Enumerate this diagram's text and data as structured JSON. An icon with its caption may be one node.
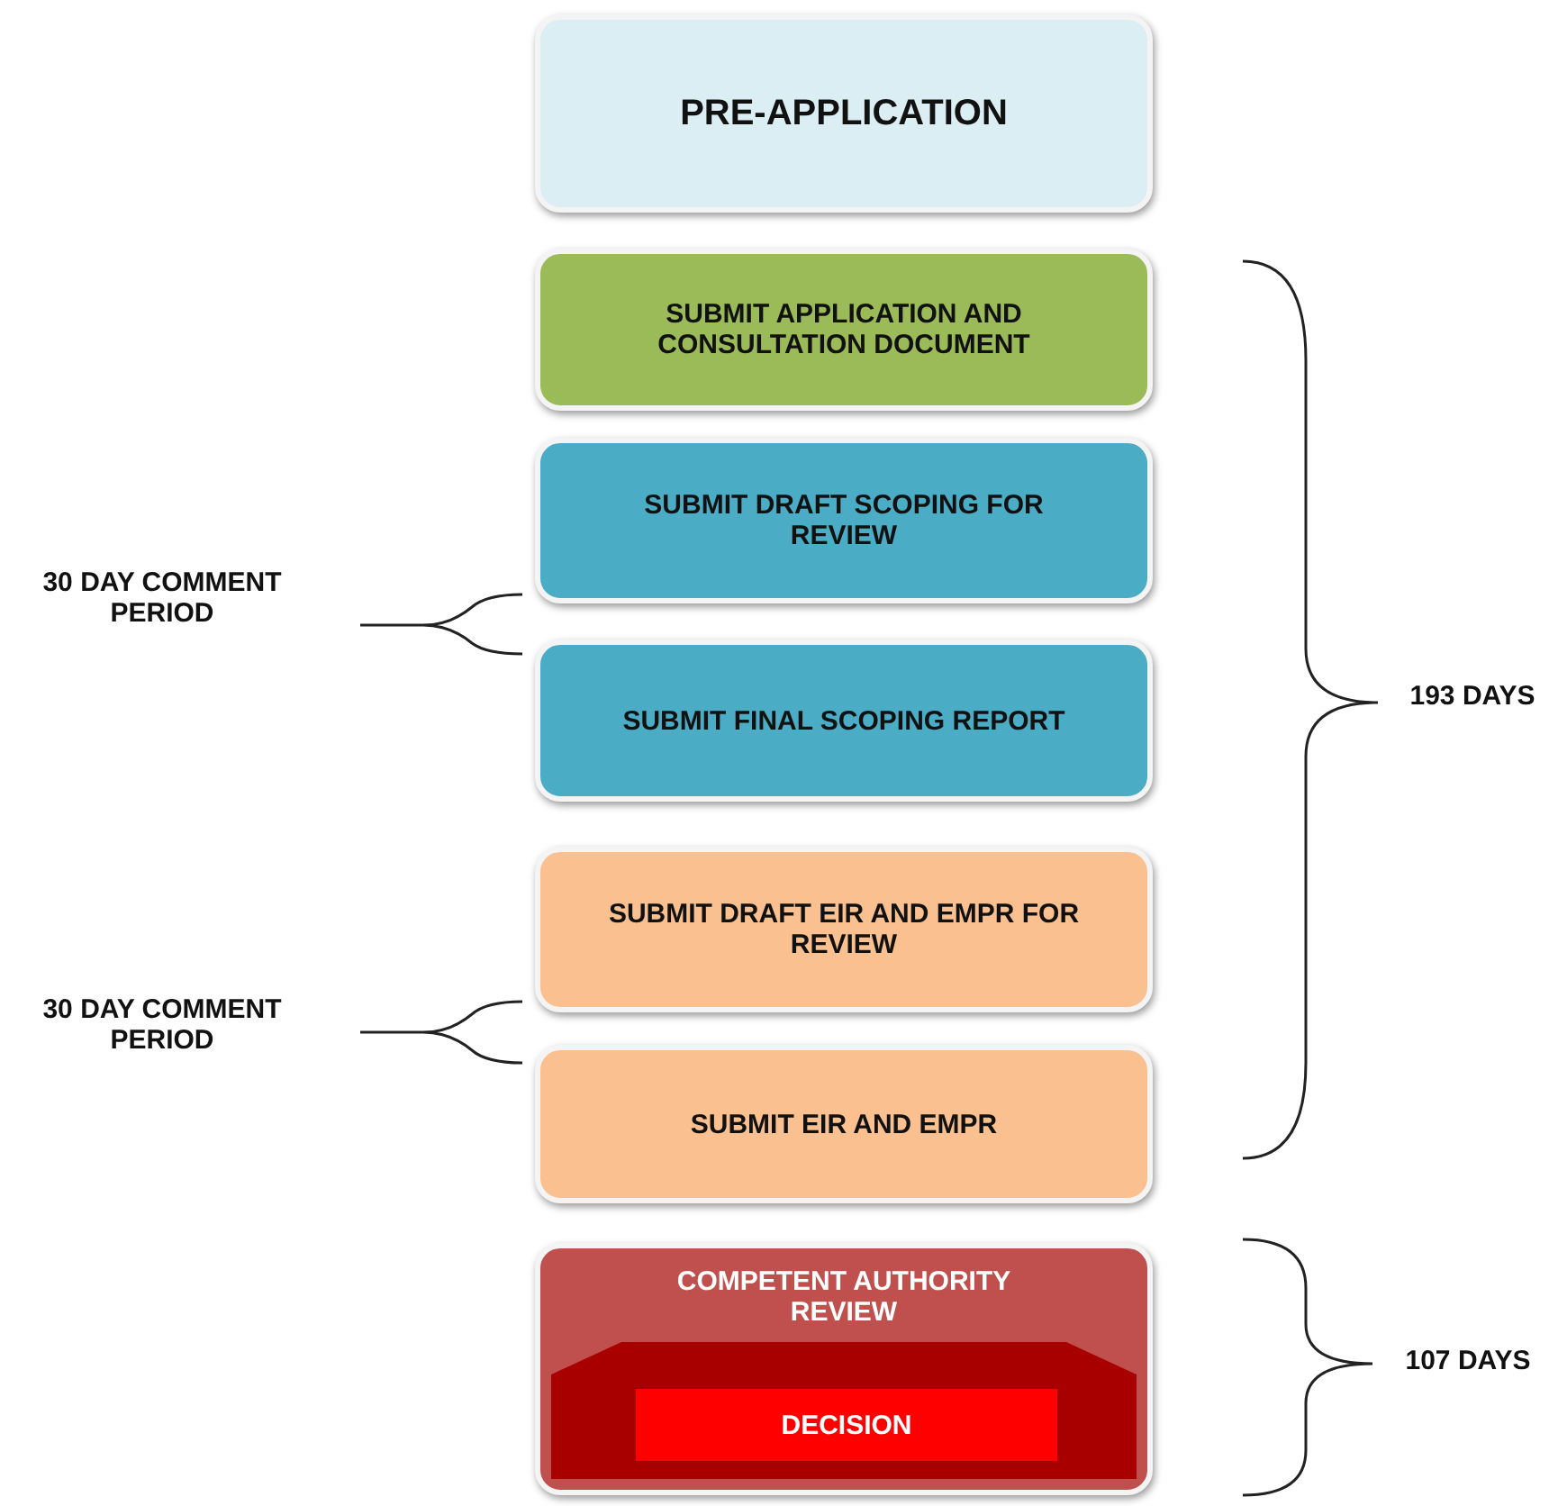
{
  "diagram": {
    "nodes": [
      {
        "text": [
          "PRE-APPLICATION"
        ]
      },
      {
        "text": [
          "SUBMIT APPLICATION AND CONSULTATION DOCUMENT"
        ]
      },
      {
        "text": [
          "SUBMIT DRAFT SCOPING FOR REVIEW"
        ]
      },
      {
        "text": [
          "SUBMIT FINAL SCOPING REPORT"
        ]
      },
      {
        "text": [
          "SUBMIT DRAFT EIR AND EMPR FOR REVIEW"
        ]
      },
      {
        "text": [
          "SUBMIT EIR AND EMPR"
        ]
      },
      {
        "text": [
          "COMPETENT AUTHORITY REVIEW"
        ]
      },
      {
        "text": [
          "DECISION"
        ],
        "in": 6
      }
    ],
    "labels": [
      "30 DAY COMMENT PERIOD",
      "193 DAYS",
      "30 DAY COMMENT PERIOD",
      "107 DAYS"
    ]
  }
}
